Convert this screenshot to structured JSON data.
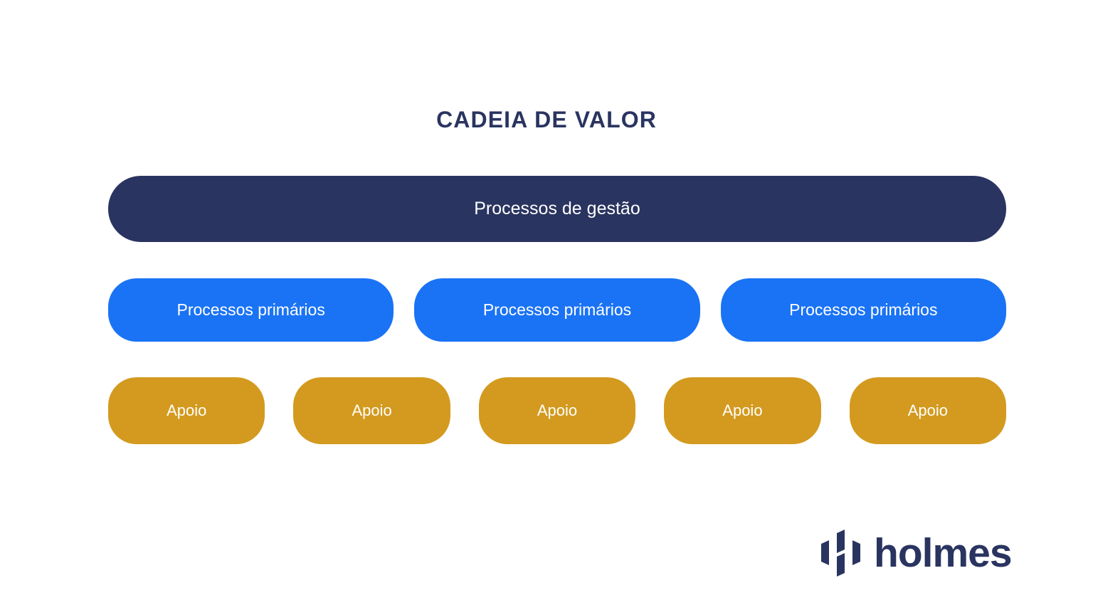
{
  "title": "CADEIA DE VALOR",
  "colors": {
    "background": "#ffffff",
    "navy": "#2a3460",
    "blue": "#1a73f5",
    "amber": "#d39a1f",
    "text_on_fill": "#ffffff"
  },
  "diagram": {
    "type": "value-chain",
    "rows": [
      {
        "name": "management-processes",
        "color": "#2a3460",
        "boxes": [
          {
            "label": "Processos de gestão"
          }
        ]
      },
      {
        "name": "primary-processes",
        "color": "#1a73f5",
        "boxes": [
          {
            "label": "Processos primários"
          },
          {
            "label": "Processos primários"
          },
          {
            "label": "Processos primários"
          }
        ]
      },
      {
        "name": "support-processes",
        "color": "#d39a1f",
        "boxes": [
          {
            "label": "Apoio"
          },
          {
            "label": "Apoio"
          },
          {
            "label": "Apoio"
          },
          {
            "label": "Apoio"
          },
          {
            "label": "Apoio"
          }
        ]
      }
    ]
  },
  "logo": {
    "mark_icon": "holmes-h-mark-icon",
    "wordmark": "holmes",
    "color": "#2a3460"
  }
}
